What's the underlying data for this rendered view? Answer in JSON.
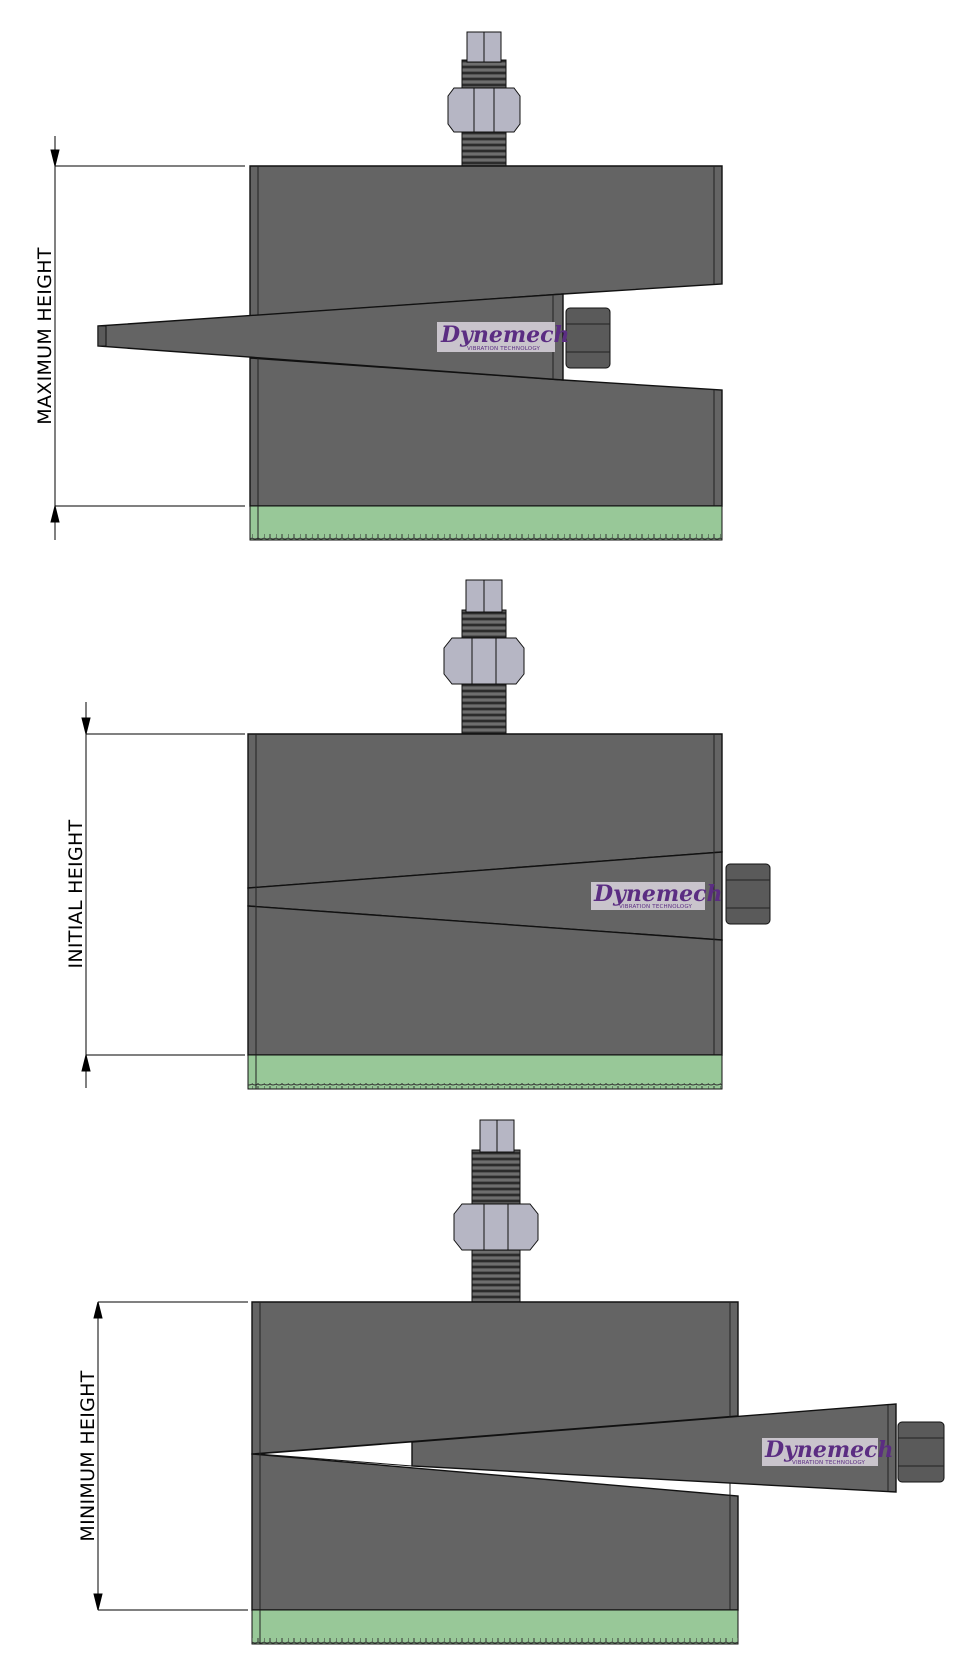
{
  "brand": {
    "name": "Dynemech",
    "tagline": "VIBRATION TECHNOLOGY",
    "color": "#5b2d82",
    "badge_bg": "#c9c4cc"
  },
  "colors": {
    "body": "#646464",
    "body_dark": "#4a4a4a",
    "base_pad": "#98c898",
    "nut": "#b6b6c4",
    "side_nut": "#5a5a5a",
    "line": "#111111"
  },
  "views": [
    {
      "id": "maximum",
      "label": "MAXIMUM HEIGHT"
    },
    {
      "id": "initial",
      "label": "INITIAL HEIGHT"
    },
    {
      "id": "minimum",
      "label": "MINIMUM HEIGHT"
    }
  ]
}
